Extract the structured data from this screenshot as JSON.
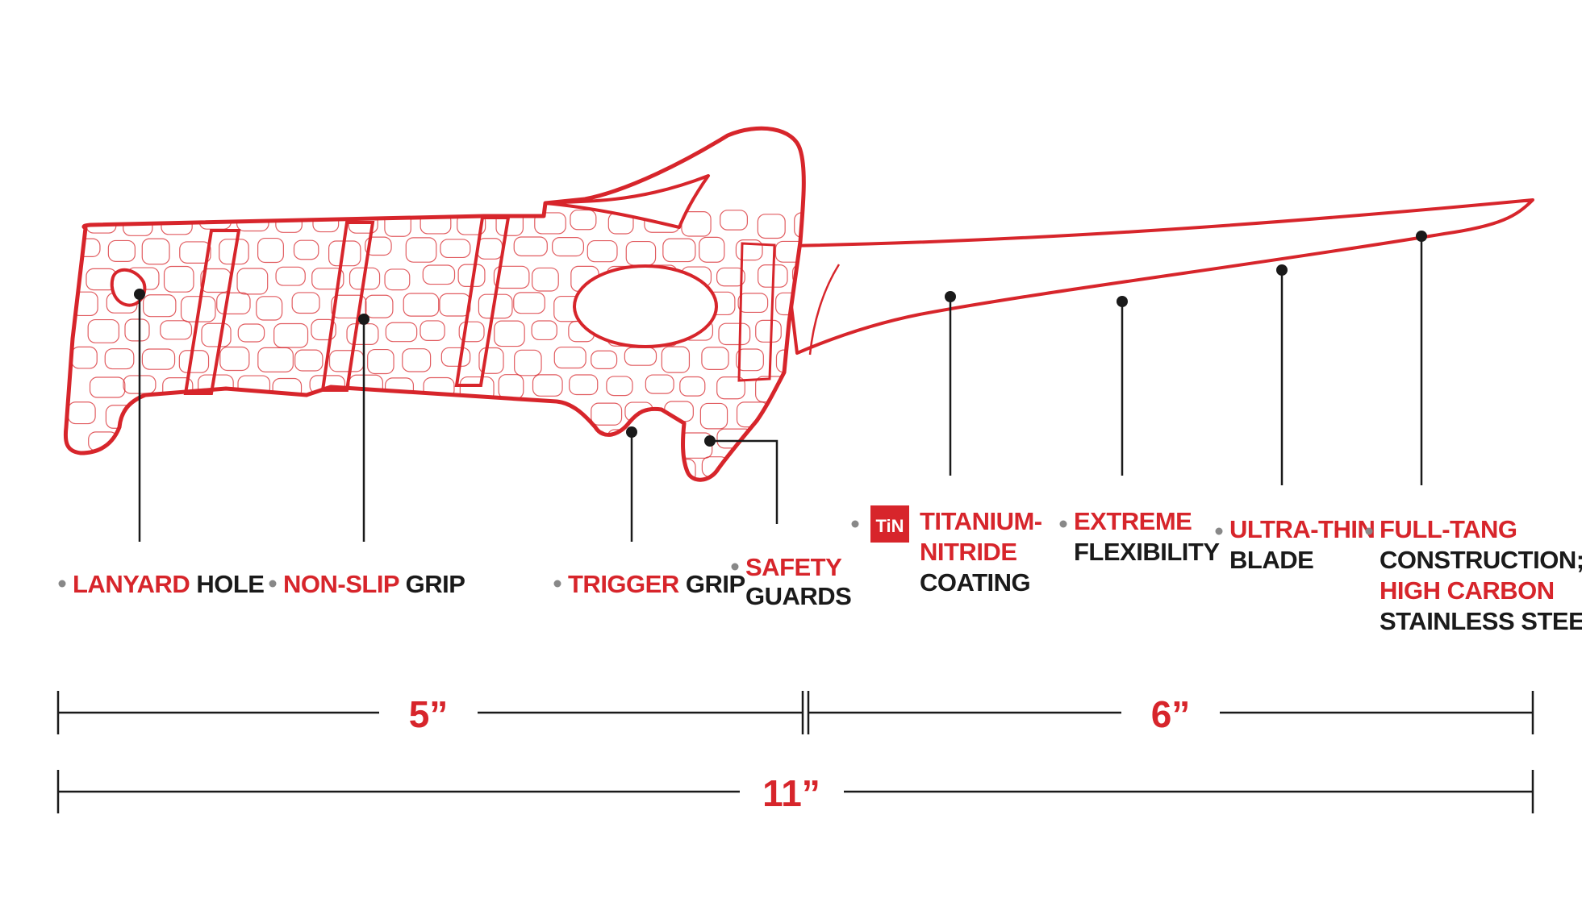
{
  "colors": {
    "accent": "#d7252b",
    "ink": "#1a1a1a",
    "bullet": "#888888",
    "background": "#ffffff"
  },
  "callouts": [
    {
      "id": "lanyard",
      "lines": [
        [
          {
            "t": "LANYARD",
            "c": "red"
          },
          {
            "t": " HOLE",
            "c": "blk"
          }
        ]
      ]
    },
    {
      "id": "nonslip",
      "lines": [
        [
          {
            "t": "NON-SLIP",
            "c": "red"
          },
          {
            "t": " GRIP",
            "c": "blk"
          }
        ]
      ]
    },
    {
      "id": "trigger",
      "lines": [
        [
          {
            "t": "TRIGGER",
            "c": "red"
          },
          {
            "t": " GRIP",
            "c": "blk"
          }
        ]
      ]
    },
    {
      "id": "safety",
      "lines": [
        [
          {
            "t": "SAFETY",
            "c": "red"
          }
        ],
        [
          {
            "t": "GUARDS",
            "c": "blk"
          }
        ]
      ]
    },
    {
      "id": "titanium",
      "badge": "TiN",
      "lines": [
        [
          {
            "t": "TITANIUM-",
            "c": "red"
          }
        ],
        [
          {
            "t": "NITRIDE",
            "c": "red"
          }
        ],
        [
          {
            "t": "COATING",
            "c": "blk"
          }
        ]
      ]
    },
    {
      "id": "extreme",
      "lines": [
        [
          {
            "t": "EXTREME",
            "c": "red"
          }
        ],
        [
          {
            "t": "FLEXIBILITY",
            "c": "blk"
          }
        ]
      ]
    },
    {
      "id": "ultrathin",
      "lines": [
        [
          {
            "t": "ULTRA-THIN",
            "c": "red"
          }
        ],
        [
          {
            "t": "BLADE",
            "c": "blk"
          }
        ]
      ]
    },
    {
      "id": "fulltang",
      "lines": [
        [
          {
            "t": "FULL-TANG",
            "c": "red"
          }
        ],
        [
          {
            "t": "CONSTRUCTION;",
            "c": "blk"
          }
        ],
        [
          {
            "t": "HIGH CARBON",
            "c": "red"
          }
        ],
        [
          {
            "t": "STAINLESS STEEL",
            "c": "blk"
          }
        ]
      ]
    }
  ],
  "dimensions": {
    "handle": "5”",
    "blade": "6”",
    "overall": "11”"
  }
}
